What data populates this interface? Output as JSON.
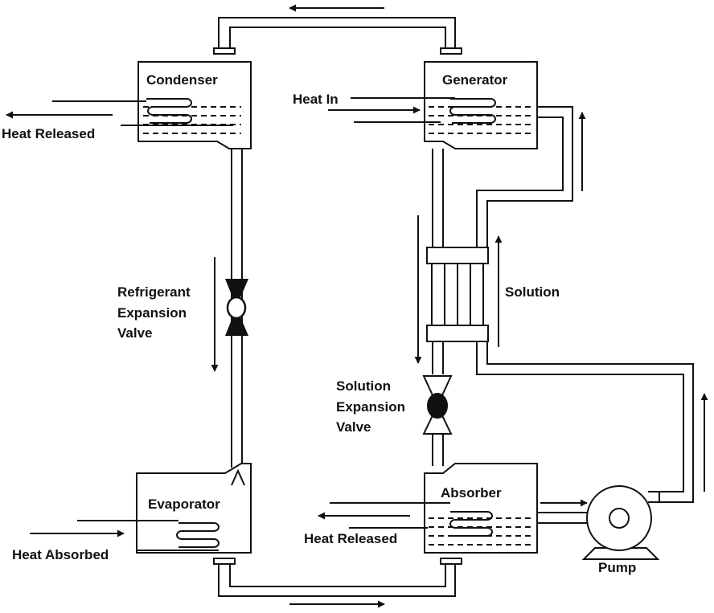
{
  "components": {
    "condenser": "Condenser",
    "generator": "Generator",
    "evaporator": "Evaporator",
    "absorber": "Absorber",
    "pump": "Pump"
  },
  "labels": {
    "heat_released_top": "Heat Released",
    "heat_in": "Heat In",
    "refrigerant_valve": [
      "Refrigerant",
      "Expansion",
      "Valve"
    ],
    "solution": "Solution",
    "solution_valve": [
      "Solution",
      "Expansion",
      "Valve"
    ],
    "heat_absorbed": "Heat Absorbed",
    "heat_released_bottom": "Heat Released"
  },
  "colors": {
    "line": "#111111",
    "background": "#ffffff"
  }
}
